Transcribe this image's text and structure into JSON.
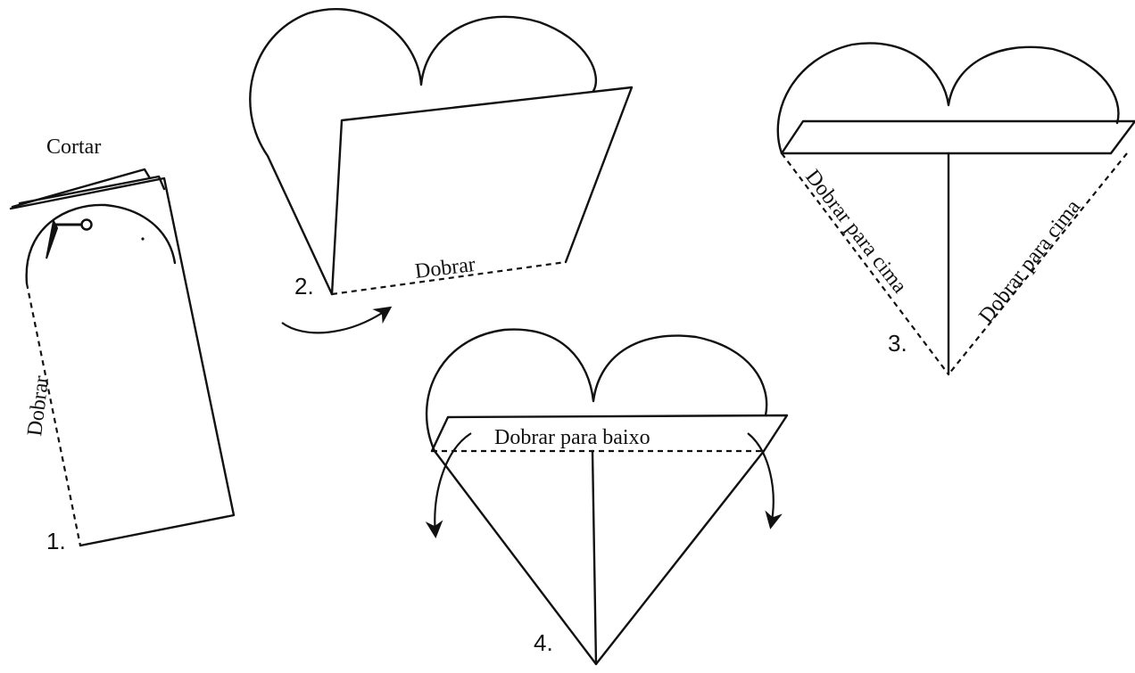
{
  "diagram": {
    "step1": {
      "number": "1.",
      "label_cut": "Cortar",
      "label_fold": "Dobrar"
    },
    "step2": {
      "number": "2.",
      "label_fold": "Dobrar"
    },
    "step3": {
      "number": "3.",
      "label_fold_left": "Dobrar para cima",
      "label_fold_right": "Dobrar para cima"
    },
    "step4": {
      "number": "4.",
      "label_fold": "Dobrar para baixo"
    }
  },
  "icons": {
    "scissors": "scissors-icon",
    "arrow": "curved-arrow-icon"
  },
  "colors": {
    "line": "#111111",
    "background": "#ffffff"
  }
}
